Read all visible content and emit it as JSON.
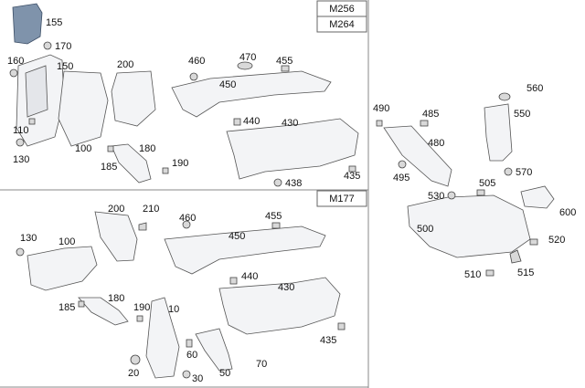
{
  "engine_labels": {
    "top_a": "M256",
    "top_b": "M264",
    "bottom": "M177"
  },
  "callouts_top_left": [
    "155",
    "170",
    "160",
    "150",
    "200",
    "460",
    "470",
    "455",
    "450",
    "110",
    "440",
    "430",
    "100",
    "180",
    "130",
    "185",
    "190",
    "435",
    "438"
  ],
  "callouts_bottom_left": [
    "200",
    "210",
    "460",
    "455",
    "130",
    "100",
    "450",
    "440",
    "180",
    "430",
    "185",
    "190",
    "10",
    "60",
    "435",
    "20",
    "30",
    "50",
    "70"
  ],
  "callouts_right": [
    "560",
    "490",
    "485",
    "550",
    "480",
    "495",
    "570",
    "505",
    "530",
    "600",
    "500",
    "520",
    "510",
    "515"
  ],
  "colors": {
    "highlight": "#7f93ab",
    "line": "#555555",
    "panel": "#f3f4f6"
  }
}
